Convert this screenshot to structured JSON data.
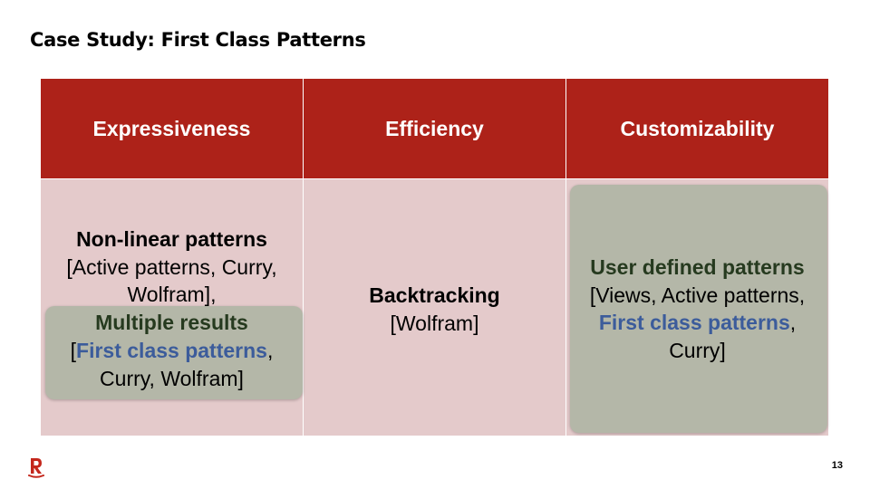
{
  "slide": {
    "title": "Case Study: First Class Patterns",
    "page_number": "13"
  },
  "colors": {
    "header_bg": "#ad2219",
    "cell_bg": "#e4cacb",
    "highlight_bg": "#b4b7a8",
    "green_text": "#263a1f",
    "blue_text": "#3c5c9b"
  },
  "table": {
    "headers": [
      "Expressiveness",
      "Efficiency",
      "Customizability"
    ],
    "expressiveness": {
      "heading": "Non-linear patterns",
      "refs_line1": "[Active patterns, Curry,",
      "refs_line2": "Wolfram],",
      "highlight_heading": "Multiple results",
      "highlight_open": "[",
      "highlight_blue": "First class patterns",
      "highlight_comma": ",",
      "highlight_line2": "Curry, Wolfram]"
    },
    "efficiency": {
      "heading": "Backtracking",
      "refs": "[Wolfram]"
    },
    "customizability": {
      "heading": "User defined patterns",
      "refs_line1": "[Views, Active patterns,",
      "blue": "First class patterns",
      "comma": ",",
      "refs_line3": "Curry]"
    }
  },
  "logo": {
    "icon": "r-logo-icon",
    "color": "#c4271c"
  }
}
